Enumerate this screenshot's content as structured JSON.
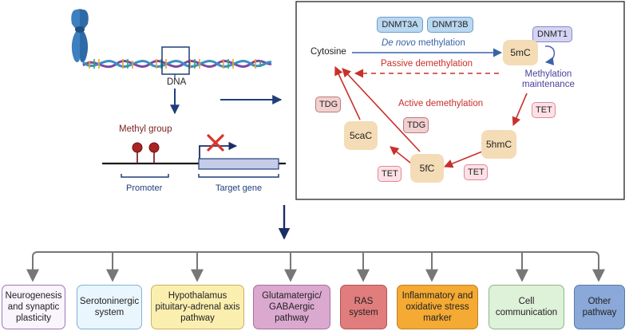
{
  "left": {
    "dna_label": "DNA",
    "methyl_group_label": "Methyl group",
    "promoter_label": "Promoter",
    "target_gene_label": "Target gene"
  },
  "cycle": {
    "enzymes_top": [
      "DNMT3A",
      "DNMT3B"
    ],
    "dnmt1": "DNMT1",
    "cytosine": "Cytosine",
    "de_novo_italic": "De novo",
    "de_novo_rest": " methylation",
    "passive": "Passive demethylation",
    "active": "Active demethylation",
    "maintenance": [
      "Methylation",
      "maintenance"
    ],
    "n_5mC": "5mC",
    "n_5hmC": "5hmC",
    "n_5fC": "5fC",
    "n_5caC": "5caC",
    "tet": "TET",
    "tdg": "TDG"
  },
  "outcomes": [
    {
      "label": "Neurogenesis and synaptic plasticity",
      "fill": "#faf4fd",
      "border": "#9b7ab5"
    },
    {
      "label": "Serotoninergic system",
      "fill": "#eaf6fd",
      "border": "#7fb2d6"
    },
    {
      "label": "Hypothalamus pituitary-adrenal axis pathway",
      "fill": "#fbefb0",
      "border": "#c9b25e"
    },
    {
      "label": "Glutamatergic/ GABAergic pathway",
      "fill": "#dba8cf",
      "border": "#a56f98"
    },
    {
      "label": "RAS system",
      "fill": "#e17d7d",
      "border": "#b15252"
    },
    {
      "label": "Inflammatory and oxidative stress marker",
      "fill": "#f4aa33",
      "border": "#c27e1e"
    },
    {
      "label": "Cell communication",
      "fill": "#def1d9",
      "border": "#8fb789"
    },
    {
      "label": "Other pathway",
      "fill": "#8aa8d8",
      "border": "#5a78a8"
    }
  ]
}
